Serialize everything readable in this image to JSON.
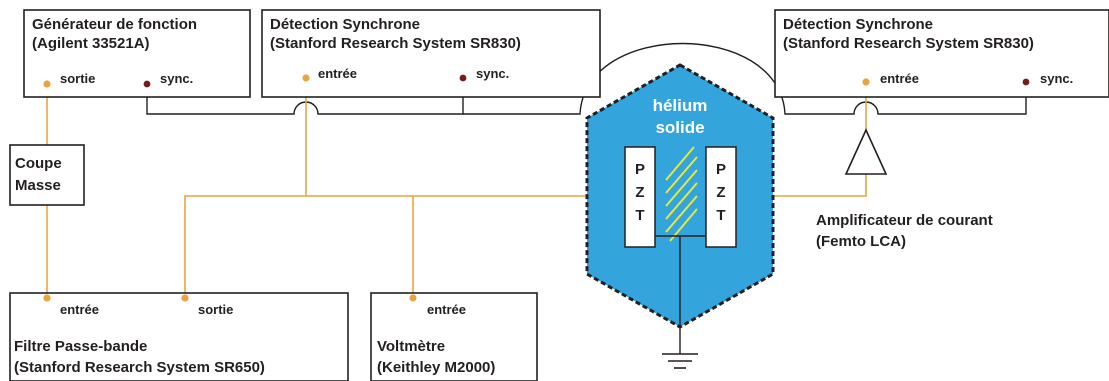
{
  "colors": {
    "signal_wire": "#e8a53f",
    "sync_wire": "#231f20",
    "cell": "#33a4dc",
    "crystal_lines": "#e6e83c",
    "port_input_output": "#e8a53f",
    "port_sync": "#7a1a1a"
  },
  "generator": {
    "title_line1": "Générateur de fonction",
    "title_line2": "(Agilent 33521A)",
    "port_output": "sortie",
    "port_sync": "sync."
  },
  "lockin1": {
    "title_line1": "Détection Synchrone",
    "title_line2": "(Stanford Research System SR830)",
    "port_input": "entrée",
    "port_sync": "sync."
  },
  "lockin2": {
    "title_line1": "Détection Synchrone",
    "title_line2": "(Stanford Research System SR830)",
    "port_input": "entrée",
    "port_sync": "sync."
  },
  "splitter": {
    "line1": "Coupe",
    "line2": "Masse"
  },
  "cell": {
    "label_line1": "hélium",
    "label_line2": "solide",
    "pzt_left": [
      "P",
      "Z",
      "T"
    ],
    "pzt_right": [
      "P",
      "Z",
      "T"
    ]
  },
  "amplifier": {
    "line1": "Amplificateur de courant",
    "line2": "(Femto LCA)"
  },
  "filter": {
    "port_input": "entrée",
    "port_output": "sortie",
    "title_line1": "Filtre Passe-bande",
    "title_line2": "(Stanford Research System SR650)"
  },
  "voltmeter": {
    "port_input": "entrée",
    "title_line1": "Voltmètre",
    "title_line2": "(Keithley M2000)"
  }
}
